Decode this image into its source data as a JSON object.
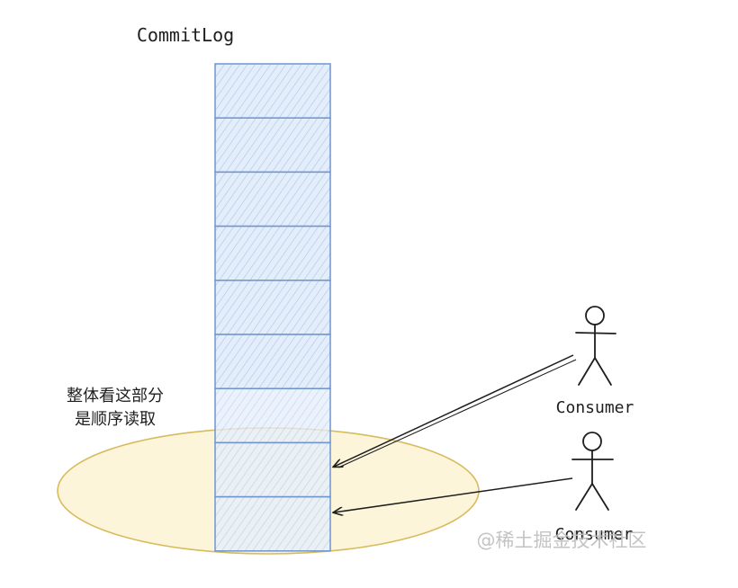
{
  "diagram": {
    "title": "CommitLog",
    "segment_count": 9,
    "highlighted_segment_count": 3,
    "note_lines": [
      "整体看这部分",
      "是顺序读取"
    ],
    "consumers": [
      {
        "label": "Consumer"
      },
      {
        "label": "Consumer"
      }
    ],
    "watermark": "@稀土掘金技术社区"
  },
  "colors": {
    "segment_fill": "#e4eefb",
    "segment_hatch": "#a9c4ea",
    "segment_stroke": "#6f95d0",
    "ellipse_fill": "#fbf3d4",
    "ellipse_stroke": "#d8bb5c",
    "ink": "#1e1e1e",
    "watermark": "#c8c8c8"
  }
}
